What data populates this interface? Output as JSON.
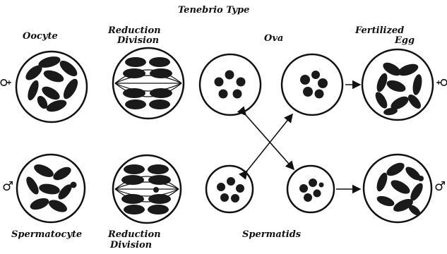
{
  "title": "Tenebrio Type",
  "labels": {
    "oocyte": "Oocyte",
    "reduction_division_top_1": "Reduction",
    "reduction_division_top_2": "Division",
    "ova": "Ova",
    "fertilized_egg_1": "Fertilized",
    "fertilized_egg_2": "Egg",
    "spermatocyte": "Spermatocyte",
    "reduction_division_bottom_1": "Reduction",
    "reduction_division_bottom_2": "Division",
    "spermatids": "Spermatids"
  },
  "symbols": {
    "female": "♀",
    "male": "♂"
  },
  "colors": {
    "ink": "#111111",
    "background": "#ffffff"
  }
}
